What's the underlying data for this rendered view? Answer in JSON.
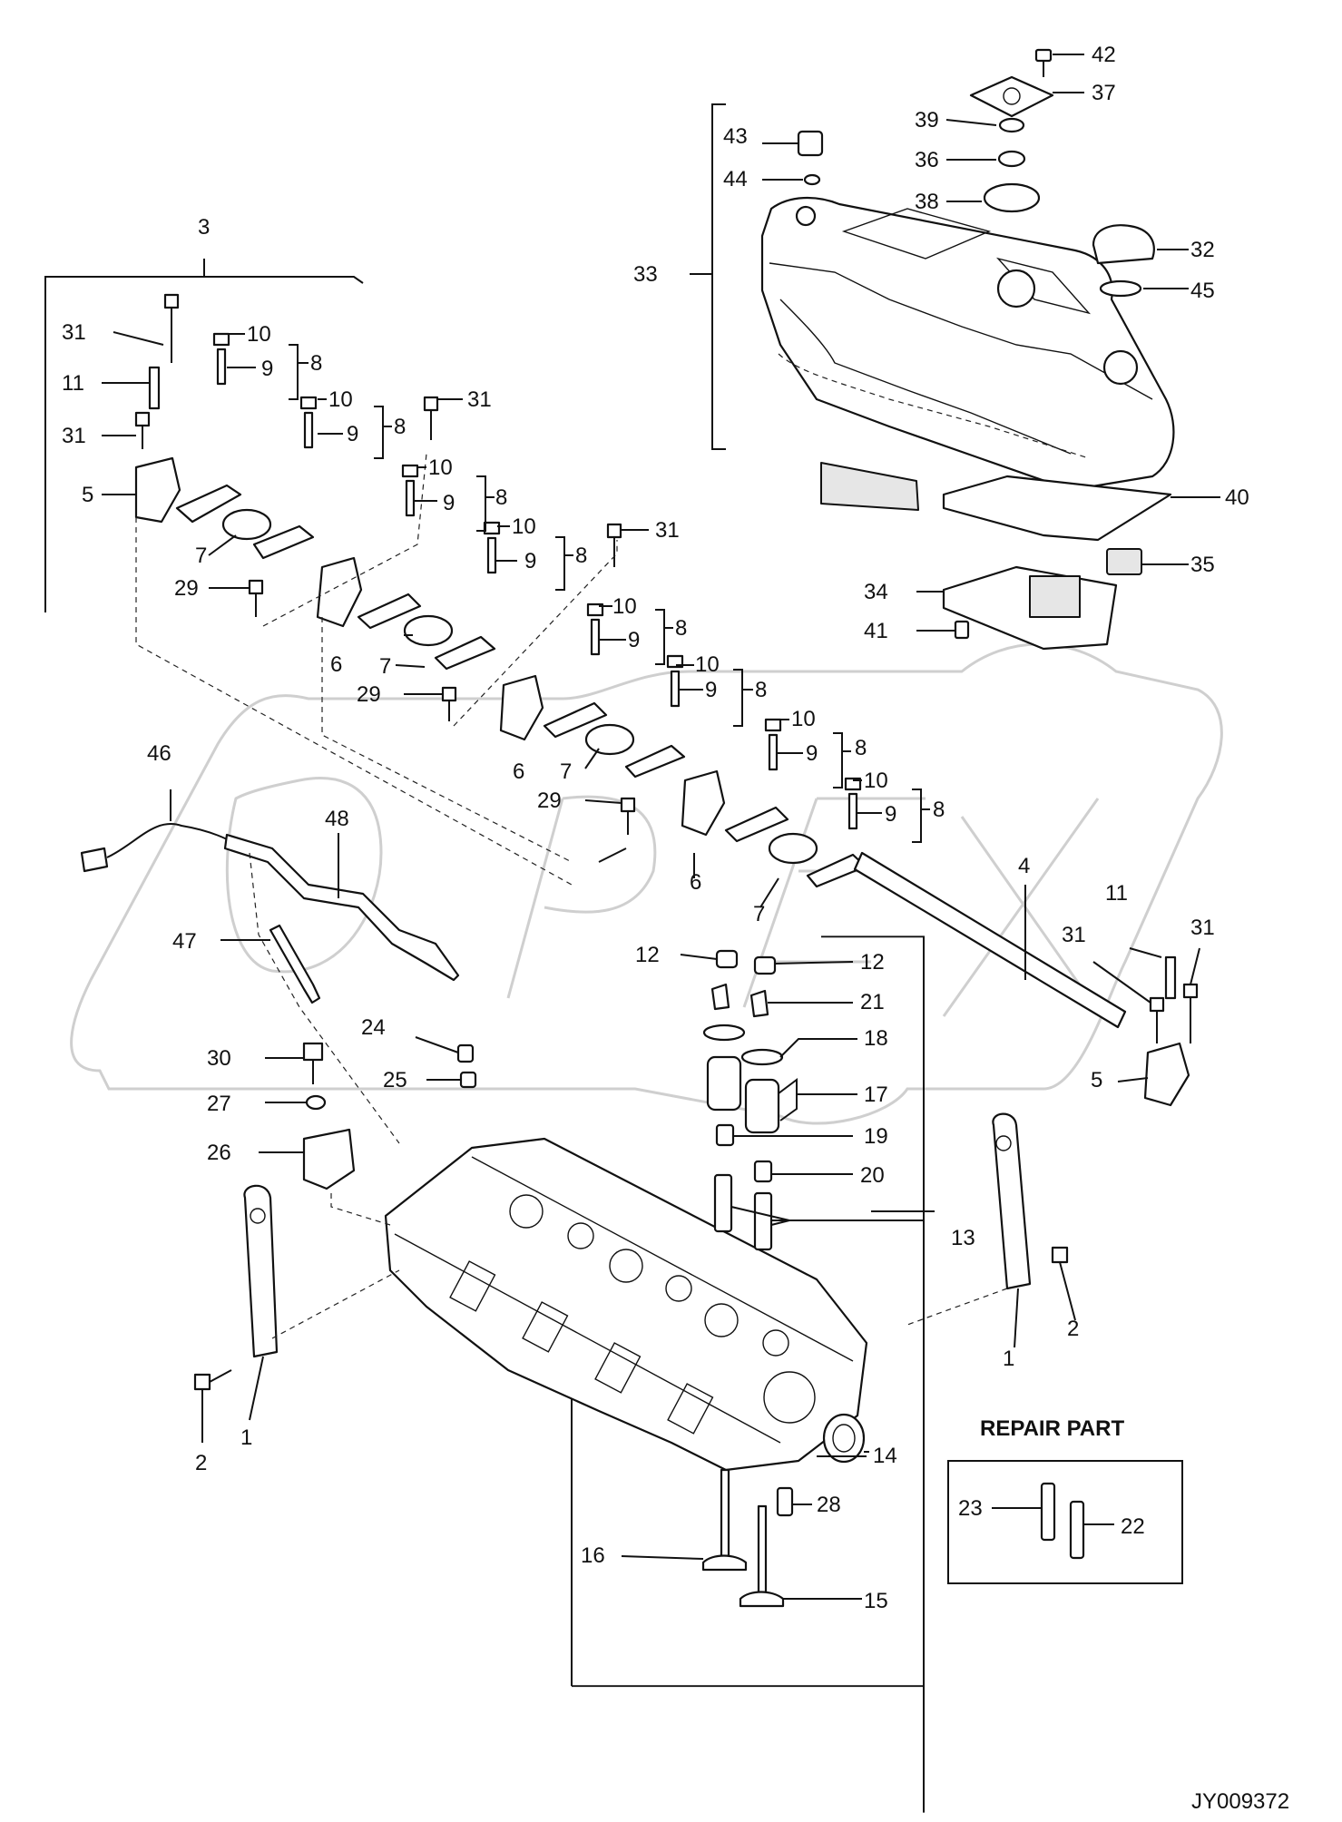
{
  "drawing_code": "JY009372",
  "box_title": "REPAIR PART",
  "callouts": [
    {
      "id": "c42",
      "text": "42"
    },
    {
      "id": "c37",
      "text": "37"
    },
    {
      "id": "c39",
      "text": "39"
    },
    {
      "id": "c43",
      "text": "43"
    },
    {
      "id": "c36",
      "text": "36"
    },
    {
      "id": "c44",
      "text": "44"
    },
    {
      "id": "c38",
      "text": "38"
    },
    {
      "id": "c3",
      "text": "3"
    },
    {
      "id": "c32",
      "text": "32"
    },
    {
      "id": "c33",
      "text": "33"
    },
    {
      "id": "c45",
      "text": "45"
    },
    {
      "id": "c31a",
      "text": "31"
    },
    {
      "id": "c10a",
      "text": "10"
    },
    {
      "id": "c8a",
      "text": "8"
    },
    {
      "id": "c9a",
      "text": "9"
    },
    {
      "id": "c11a",
      "text": "11"
    },
    {
      "id": "c10b",
      "text": "10"
    },
    {
      "id": "c31b",
      "text": "31"
    },
    {
      "id": "c31c",
      "text": "31"
    },
    {
      "id": "c8b",
      "text": "8"
    },
    {
      "id": "c9b",
      "text": "9"
    },
    {
      "id": "c5a",
      "text": "5"
    },
    {
      "id": "c10c",
      "text": "10"
    },
    {
      "id": "c8c",
      "text": "8"
    },
    {
      "id": "c40",
      "text": "40"
    },
    {
      "id": "c9c",
      "text": "9"
    },
    {
      "id": "c7a",
      "text": "7"
    },
    {
      "id": "c10d",
      "text": "10"
    },
    {
      "id": "c31d",
      "text": "31"
    },
    {
      "id": "c9d",
      "text": "9"
    },
    {
      "id": "c8d",
      "text": "8"
    },
    {
      "id": "c35",
      "text": "35"
    },
    {
      "id": "c29a",
      "text": "29"
    },
    {
      "id": "c34",
      "text": "34"
    },
    {
      "id": "c10e",
      "text": "10"
    },
    {
      "id": "c8e",
      "text": "8"
    },
    {
      "id": "c9e",
      "text": "9"
    },
    {
      "id": "c41",
      "text": "41"
    },
    {
      "id": "c6a",
      "text": "6"
    },
    {
      "id": "c7b",
      "text": "7"
    },
    {
      "id": "c10f",
      "text": "10"
    },
    {
      "id": "c29b",
      "text": "29"
    },
    {
      "id": "c9f",
      "text": "9"
    },
    {
      "id": "c8f",
      "text": "8"
    },
    {
      "id": "c10g",
      "text": "10"
    },
    {
      "id": "c46",
      "text": "46"
    },
    {
      "id": "c9g",
      "text": "9"
    },
    {
      "id": "c8g",
      "text": "8"
    },
    {
      "id": "c6b",
      "text": "6"
    },
    {
      "id": "c7c",
      "text": "7"
    },
    {
      "id": "c10h",
      "text": "10"
    },
    {
      "id": "c48",
      "text": "48"
    },
    {
      "id": "c29c",
      "text": "29"
    },
    {
      "id": "c9h",
      "text": "9"
    },
    {
      "id": "c8h",
      "text": "8"
    },
    {
      "id": "c4",
      "text": "4"
    },
    {
      "id": "c6c",
      "text": "6"
    },
    {
      "id": "c7d",
      "text": "7"
    },
    {
      "id": "c11b",
      "text": "11"
    },
    {
      "id": "c47",
      "text": "47"
    },
    {
      "id": "c31e",
      "text": "31"
    },
    {
      "id": "c31f",
      "text": "31"
    },
    {
      "id": "c12a",
      "text": "12"
    },
    {
      "id": "c12b",
      "text": "12"
    },
    {
      "id": "c21",
      "text": "21"
    },
    {
      "id": "c24",
      "text": "24"
    },
    {
      "id": "c18",
      "text": "18"
    },
    {
      "id": "c30",
      "text": "30"
    },
    {
      "id": "c25",
      "text": "25"
    },
    {
      "id": "c5b",
      "text": "5"
    },
    {
      "id": "c17",
      "text": "17"
    },
    {
      "id": "c27",
      "text": "27"
    },
    {
      "id": "c19",
      "text": "19"
    },
    {
      "id": "c26",
      "text": "26"
    },
    {
      "id": "c20",
      "text": "20"
    },
    {
      "id": "c13",
      "text": "13"
    },
    {
      "id": "c2a",
      "text": "2"
    },
    {
      "id": "c1a",
      "text": "1"
    },
    {
      "id": "c14",
      "text": "14"
    },
    {
      "id": "c2b",
      "text": "2"
    },
    {
      "id": "c1b",
      "text": "1"
    },
    {
      "id": "c23",
      "text": "23"
    },
    {
      "id": "c22",
      "text": "22"
    },
    {
      "id": "c28",
      "text": "28"
    },
    {
      "id": "c16",
      "text": "16"
    },
    {
      "id": "c15",
      "text": "15"
    }
  ]
}
